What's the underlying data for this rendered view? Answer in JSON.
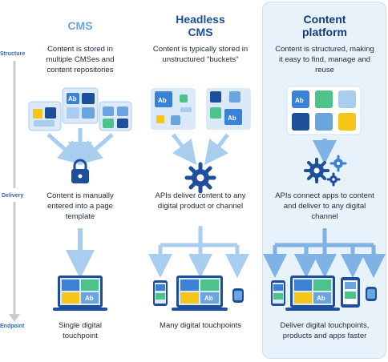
{
  "rows": {
    "structure": "Structure",
    "delivery": "Delivery",
    "endpoint": "Endpoint"
  },
  "columns": {
    "cms": {
      "title": "CMS",
      "structure_text": "Content is stored in multiple CMSes and content repositories",
      "delivery_text": "Content is manually entered into a page template",
      "endpoint_text": "Single digital touchpoint"
    },
    "headless": {
      "title": "Headless CMS",
      "structure_text": "Content is typically stored in unstructured \"buckets\"",
      "delivery_text": "APIs deliver content to any digital product or channel",
      "endpoint_text": "Many digital touchpoints"
    },
    "platform": {
      "title": "Content platform",
      "structure_text": "Content is structured, making it easy to find, manage and reuse",
      "delivery_text": "APIs connect apps to content and deliver to any digital channel",
      "endpoint_text": "Deliver digital touchpoints, products and apps faster"
    }
  },
  "icons": {
    "text_tile": "Ab",
    "code_tile": "</>",
    "lock": "lock-icon",
    "gear": "gear-icon"
  },
  "colors": {
    "light_blue": "#6aa5df",
    "dark_blue": "#1d4f9a",
    "panel": "#e8f2fb",
    "accent_yellow": "#f5c518",
    "accent_green": "#4cc38a"
  }
}
